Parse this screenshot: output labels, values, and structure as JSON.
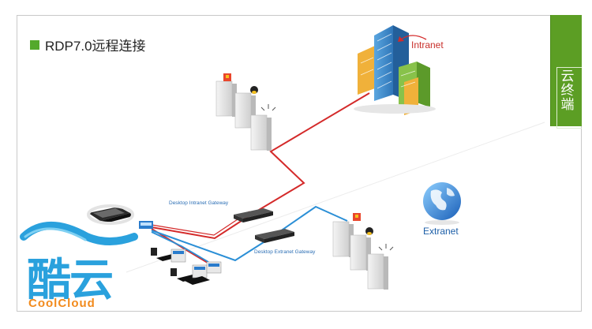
{
  "slide": {
    "title": "RDP7.0远程连接",
    "side_tab_text": "云终端"
  },
  "diagram": {
    "labels": {
      "intranet": "Intranet",
      "extranet": "Extranet",
      "intranet_gateway": "Desktop Intranet Gateway",
      "extranet_gateway": "Desktop Extranet Gateway"
    },
    "colors": {
      "intranet_line": "#d42a2a",
      "extranet_line": "#2b8fd6",
      "accent_green": "#5c9e24"
    }
  },
  "logo": {
    "cn_text": "酷云",
    "en_text": "CoolCloud"
  }
}
